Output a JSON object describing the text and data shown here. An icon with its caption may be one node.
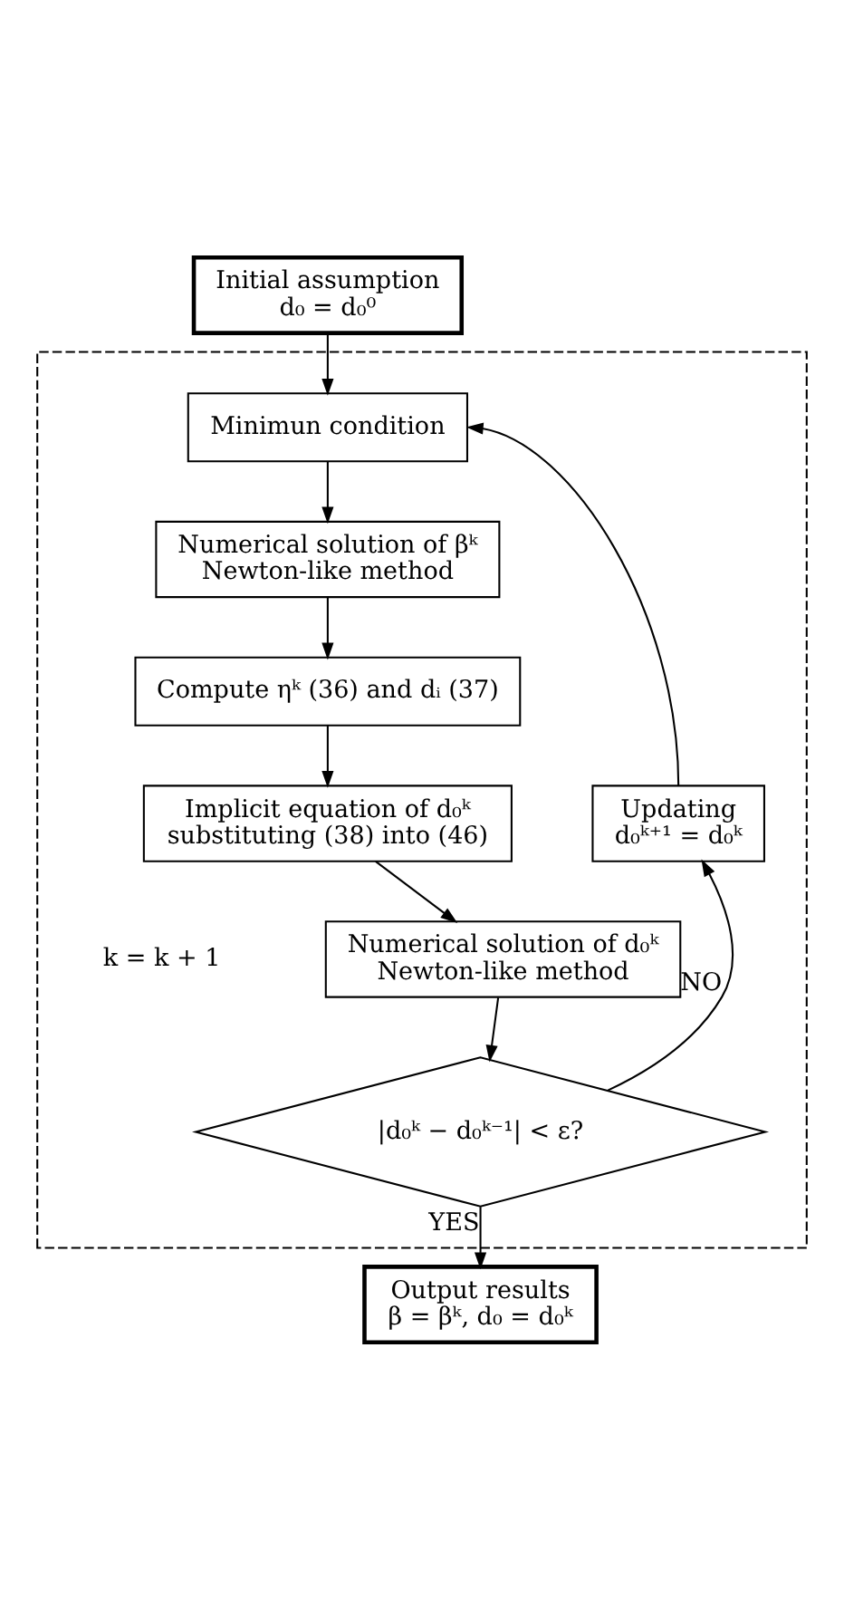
{
  "diagram": {
    "nodes": [
      {
        "text": [
          "Initial assumption",
          "d₀ = d₀⁰"
        ]
      },
      {
        "text": [],
        "shape": "box"
      },
      {
        "text": [
          "Minimun condition"
        ],
        "in": 1
      },
      {
        "text": [
          "Numerical solution of βᵏ",
          "Newton-like method"
        ],
        "in": 1
      },
      {
        "text": [
          "Compute ηᵏ (36) and dᵢ (37)"
        ],
        "in": 1
      },
      {
        "text": [
          "Implicit equation of d₀ᵏ",
          "substituting (38) into (46)"
        ],
        "in": 1
      },
      {
        "text": [
          "Numerical solution of d₀ᵏ",
          "Newton-like method"
        ],
        "in": 1
      },
      {
        "text": [
          "|d₀ᵏ − d₀ᵏ⁻¹| < ε?"
        ],
        "in": 1
      },
      {
        "text": [
          "Updating",
          "d₀ᵏ⁺¹ = d₀ᵏ"
        ],
        "in": 1
      },
      {
        "text": [
          "Output results",
          "β = βᵏ, d₀ = d₀ᵏ"
        ]
      }
    ],
    "edges": [
      {
        "from": 0,
        "to": 2,
        "arrow": "to"
      },
      {
        "from": 2,
        "to": 3,
        "arrow": "to"
      },
      {
        "from": 3,
        "to": 4,
        "arrow": "to"
      },
      {
        "from": 4,
        "to": 5,
        "arrow": "to"
      },
      {
        "from": 5,
        "to": 6,
        "arrow": "to"
      },
      {
        "from": 6,
        "to": 7,
        "arrow": "to"
      },
      {
        "from": 7,
        "to": 8,
        "arrow": "to",
        "label": "NO"
      },
      {
        "from": 8,
        "to": 2,
        "arrow": "to"
      },
      {
        "from": 7,
        "to": 9,
        "arrow": "to",
        "label": "YES"
      }
    ],
    "labels": [
      "k = k + 1"
    ]
  }
}
